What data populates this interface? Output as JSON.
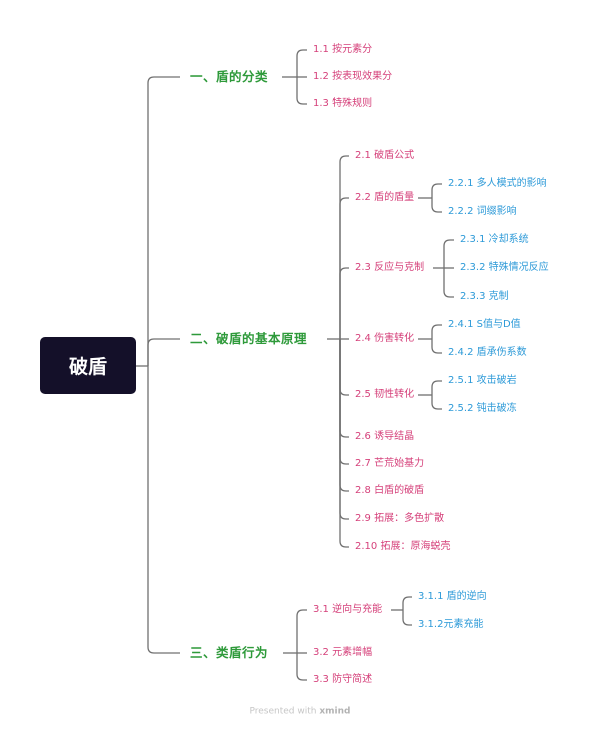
{
  "root": "破盾",
  "branches": [
    {
      "label": "一、盾的分类",
      "children": [
        {
          "label": "1.1  按元素分"
        },
        {
          "label": "1.2  按表现效果分"
        },
        {
          "label": "1.3  特殊规则"
        }
      ]
    },
    {
      "label": "二、破盾的基本原理",
      "children": [
        {
          "label": "2.1  破盾公式"
        },
        {
          "label": "2.2  盾的盾量",
          "children": [
            {
              "label": "2.2.1  多人模式的影响"
            },
            {
              "label": "2.2.2  词缀影响"
            }
          ]
        },
        {
          "label": "2.3  反应与克制",
          "children": [
            {
              "label": "2.3.1  冷却系统"
            },
            {
              "label": "2.3.2  特殊情况反应"
            },
            {
              "label": "2.3.3  克制"
            }
          ]
        },
        {
          "label": "2.4  伤害转化",
          "children": [
            {
              "label": "2.4.1  S值与D值"
            },
            {
              "label": "2.4.2  盾承伤系数"
            }
          ]
        },
        {
          "label": "2.5  韧性转化",
          "children": [
            {
              "label": "2.5.1  攻击破岩"
            },
            {
              "label": "2.5.2  钝击破冻"
            }
          ]
        },
        {
          "label": "2.6  诱导结晶"
        },
        {
          "label": "2.7  芒荒始基力"
        },
        {
          "label": "2.8  白盾的破盾"
        },
        {
          "label": "2.9  拓展：多色扩散"
        },
        {
          "label": "2.10  拓展：原海蜕壳"
        }
      ]
    },
    {
      "label": "三、类盾行为",
      "children": [
        {
          "label": "3.1  逆向与充能",
          "children": [
            {
              "label": "3.1.1  盾的逆向"
            },
            {
              "label": "3.1.2元素充能"
            }
          ]
        },
        {
          "label": "3.2  元素增幅"
        },
        {
          "label": "3.3  防守简述"
        }
      ]
    }
  ],
  "footer": {
    "prefix": "Presented with",
    "brand": "xmind"
  },
  "colors": {
    "root_bg": "#141029",
    "level1": "#2e9a3a",
    "level2": "#d5407a",
    "level3": "#2d9ad8",
    "line": "#707070"
  }
}
